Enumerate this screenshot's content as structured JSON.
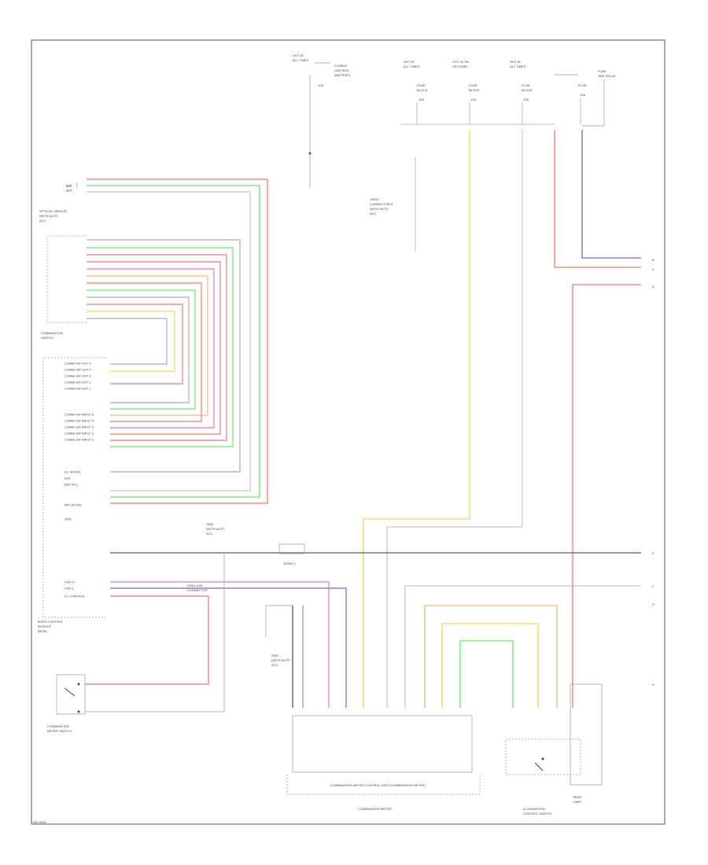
{
  "page": {
    "label": "WD-0001"
  },
  "top_sources": [
    {
      "id": "src1",
      "lines": [
        "HOT AT",
        "ALL TIMES"
      ],
      "fuse": [
        "FUSIBLE",
        "LINK BOX",
        "(BATTERY)"
      ],
      "amp": "10A"
    },
    {
      "id": "src2",
      "lines": [
        "HOT AT",
        "ALL TIMES"
      ],
      "fuse": [
        "FUSE",
        "BLOCK"
      ],
      "amp": "10A"
    },
    {
      "id": "src3",
      "lines": [
        "HOT IN ON",
        "OR START"
      ],
      "fuse": [
        "FUSE",
        "BLOCK"
      ],
      "amp": "10A"
    },
    {
      "id": "src4",
      "lines": [
        "HOT AT",
        "ALL TIMES"
      ],
      "fuse": [
        "FUSE",
        "BLOCK"
      ],
      "amp": "10A"
    },
    {
      "id": "src5",
      "lines": [
        "FUSE",
        "AND RELAY"
      ],
      "fuse": [
        "FUSE"
      ],
      "amp": "10A"
    }
  ],
  "left_components": {
    "optical_sensor": [
      "OPTICAL SENSOR",
      "(WITH AUTO",
      "A/C)"
    ],
    "combination_switch": [
      "COMBINATION",
      "SWITCH"
    ],
    "bcm": [
      "BODY CONTROL",
      "MODULE",
      "(BCM)"
    ],
    "combination_meter_switch": [
      "COMBINATION",
      "METER SWITCH"
    ]
  },
  "bcm_pins": [
    "COMBI SW OUT 5",
    "COMBI SW OUT 4",
    "COMBI SW OUT 3",
    "COMBI SW OUT 2",
    "COMBI SW OUT 1",
    "COMBI SW INPUT 5",
    "COMBI SW INPUT 4",
    "COMBI SW INPUT 3",
    "COMBI SW INPUT 2",
    "COMBI SW INPUT 1",
    "ILL SIGNAL",
    "IGN",
    "BAT (F/L)",
    "BAT (FUSE)",
    "GND",
    "CAN-H",
    "CAN-L",
    "ILL CONTROL"
  ],
  "mid_components": {
    "joint_connector": [
      "JOINT",
      "CONNECTOR-E",
      "(WITH AUTO",
      "A/C)"
    ],
    "data_link": [
      "DATA LINK",
      "CONNECTOR"
    ],
    "ground_left": [
      "GND",
      "(WITH AUTO",
      "A/C)"
    ],
    "diode": "DIODE 1",
    "ground_lower": [
      "GND",
      "(WITH AUTO",
      "A/C)"
    ]
  },
  "meter": {
    "unit_title": "COMBINATION METER CONTROL UNIT (COMBINATION METER)",
    "title": "COMBINATION METER",
    "illum": [
      "ILLUMINATION",
      "CONTROL SWITCH"
    ],
    "lamp": [
      "HEAD",
      "LAMP"
    ]
  },
  "right_refs": [
    "B",
    "C",
    "D",
    "E",
    "F",
    "G",
    "H"
  ],
  "colors": {
    "red": "#ff8a8a",
    "green": "#7ef07e",
    "yellow": "#f0e070",
    "orange": "#f5c58a",
    "blue": "#7e7ef8",
    "pink": "#f08ad0",
    "gray": "#b8b8b8",
    "dark": "#777777",
    "black": "#222222"
  }
}
